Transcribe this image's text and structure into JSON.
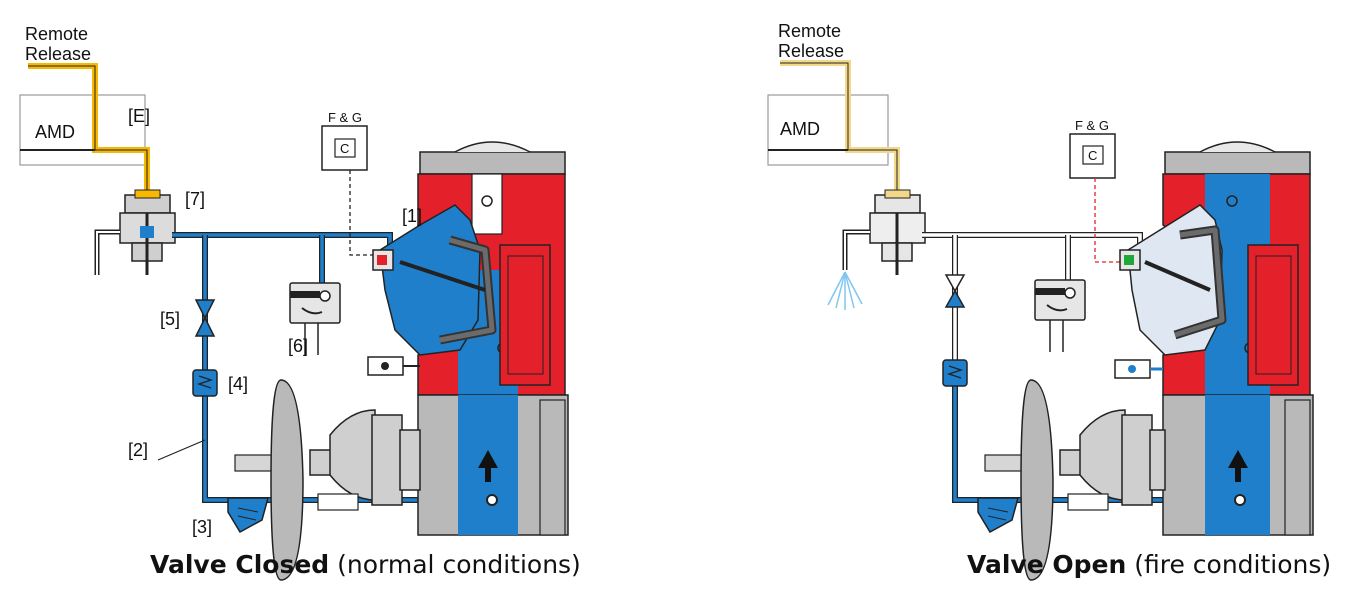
{
  "left": {
    "remote_release_line1": "Remote",
    "remote_release_line2": "Release",
    "amd": "AMD",
    "fg": "F & G",
    "fg_box": "C",
    "labels": [
      "[E]",
      "[7]",
      "[1]",
      "[5]",
      "[6]",
      "[4]",
      "[2]",
      "[3]"
    ],
    "caption_bold": "Valve Closed",
    "caption_rest": " (normal conditions)"
  },
  "right": {
    "remote_release_line1": "Remote",
    "remote_release_line2": "Release",
    "amd": "AMD",
    "fg": "F & G",
    "fg_box": "C",
    "caption_bold": "Valve Open",
    "caption_rest": " (fire conditions)"
  },
  "colors": {
    "water": "#1f7fcb",
    "water_empty": "#dfe8f2",
    "valve_red": "#e4202a",
    "body_grey": "#b9b9b9",
    "release_line_active": "#f7b800",
    "release_line_idle": "#f4d88a"
  }
}
